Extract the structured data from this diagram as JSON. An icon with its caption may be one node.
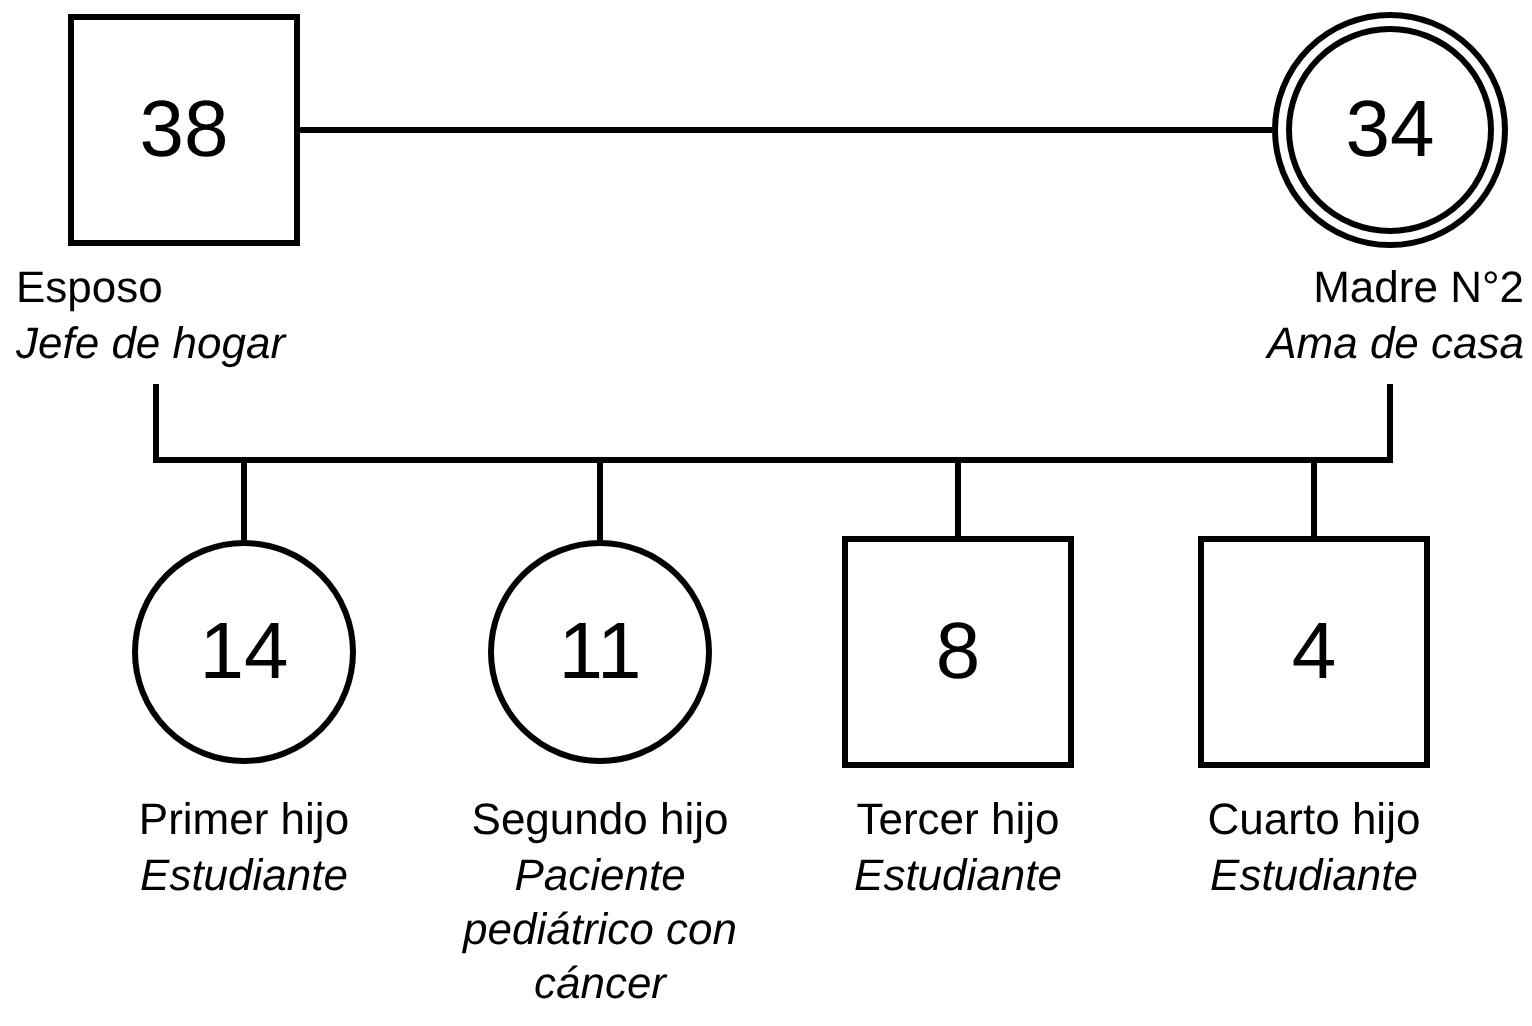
{
  "diagram": {
    "nodes": [
      {
        "text": [
          "38"
        ],
        "beside": [
          "Esposo",
          "Jefe de hogar"
        ]
      },
      {
        "text": [
          "34"
        ],
        "beside": [
          "Madre N°2",
          "Ama de casa"
        ]
      },
      {
        "text": [
          "14"
        ],
        "beside": [
          "Primer hijo",
          "Estudiante"
        ]
      },
      {
        "text": [
          "11"
        ],
        "beside": [
          "Segundo hijo",
          "Paciente pediátrico con cáncer"
        ]
      },
      {
        "text": [
          "8"
        ],
        "beside": [
          "Tercer hijo",
          "Estudiante"
        ]
      },
      {
        "text": [
          "4"
        ],
        "beside": [
          "Cuarto hijo",
          "Estudiante"
        ]
      }
    ],
    "edges": [
      {
        "from": 0,
        "to": 1,
        "arrow": "none"
      },
      {
        "from": 0,
        "to": 2,
        "arrow": "none"
      },
      {
        "from": 0,
        "to": 3,
        "arrow": "none"
      },
      {
        "from": 0,
        "to": 4,
        "arrow": "none"
      },
      {
        "from": 0,
        "to": 5,
        "arrow": "none"
      },
      {
        "from": 1,
        "to": 2,
        "arrow": "none"
      },
      {
        "from": 1,
        "to": 3,
        "arrow": "none"
      },
      {
        "from": 1,
        "to": 4,
        "arrow": "none"
      },
      {
        "from": 1,
        "to": 5,
        "arrow": "none"
      }
    ]
  }
}
